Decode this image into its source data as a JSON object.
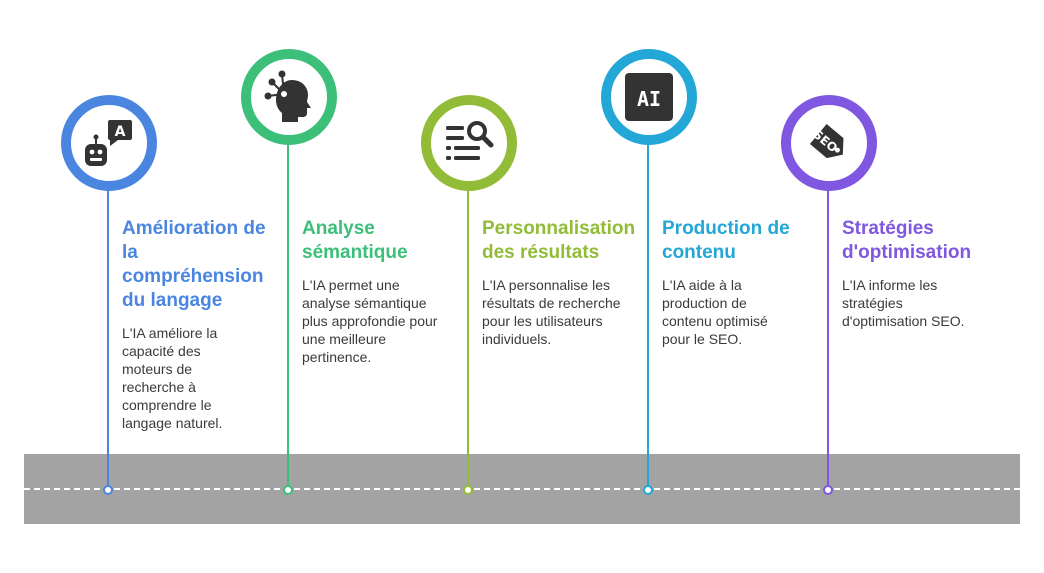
{
  "steps": [
    {
      "title": "Amélioration de la compréhension du langage",
      "description": "L'IA améliore la capacité des moteurs de recherche à comprendre le langage naturel.",
      "color": "#4a86e0",
      "icon": "robot-speech-icon"
    },
    {
      "title": "Analyse sémantique",
      "description": "L'IA permet une analyse sémantique plus approfondie pour une meilleure pertinence.",
      "color": "#3cbf79",
      "icon": "head-network-icon"
    },
    {
      "title": "Personnalisation des résultats",
      "description": "L'IA personnalise les résultats de recherche pour les utilisateurs individuels.",
      "color": "#92bc38",
      "icon": "list-search-icon"
    },
    {
      "title": "Production de contenu",
      "description": "L'IA aide à la production de contenu optimisé pour le SEO.",
      "color": "#22a7d6",
      "icon": "ai-chip-icon"
    },
    {
      "title": "Stratégies d'optimisation",
      "description": "L'IA informe les stratégies d'optimisation SEO.",
      "color": "#8057e0",
      "icon": "seo-tag-icon"
    }
  ],
  "icon_text": {
    "speech_letter": "A",
    "ai_label": "AI",
    "seo_label": "SEO"
  },
  "road_color": "#a3a3a3",
  "icon_color": "#333333"
}
